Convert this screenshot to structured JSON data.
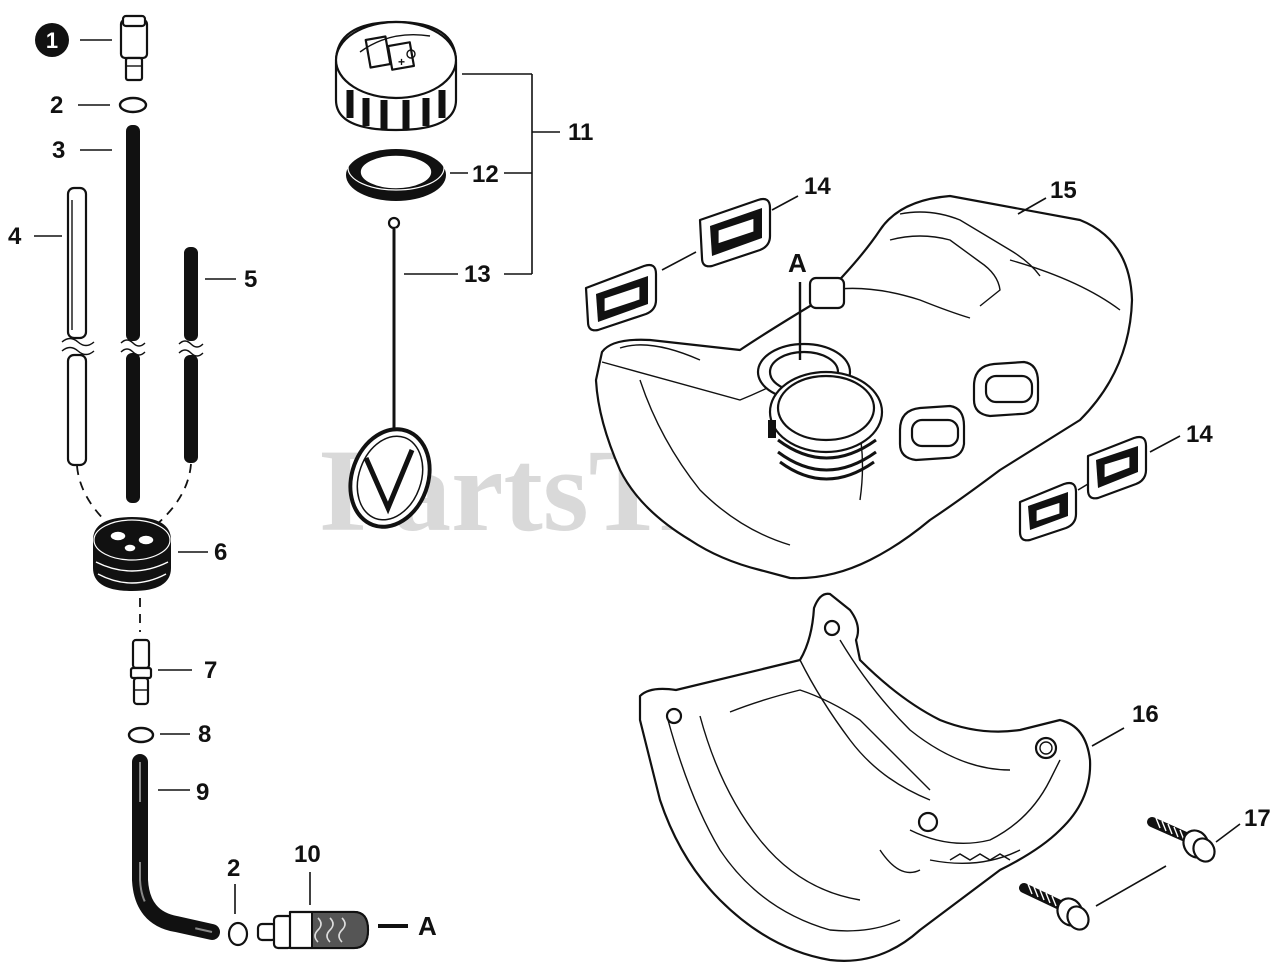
{
  "watermark": "PartsTree",
  "callouts": {
    "c1": "1",
    "c2a": "2",
    "c2b": "2",
    "c3": "3",
    "c4": "4",
    "c5": "5",
    "c6": "6",
    "c7": "7",
    "c8": "8",
    "c9": "9",
    "c10": "10",
    "c11": "11",
    "c12": "12",
    "c13": "13",
    "c14a": "14",
    "c14b": "14",
    "c15": "15",
    "c16": "16",
    "c17": "17"
  },
  "reference_letters": {
    "a_tank": "A",
    "a_filter": "A"
  }
}
